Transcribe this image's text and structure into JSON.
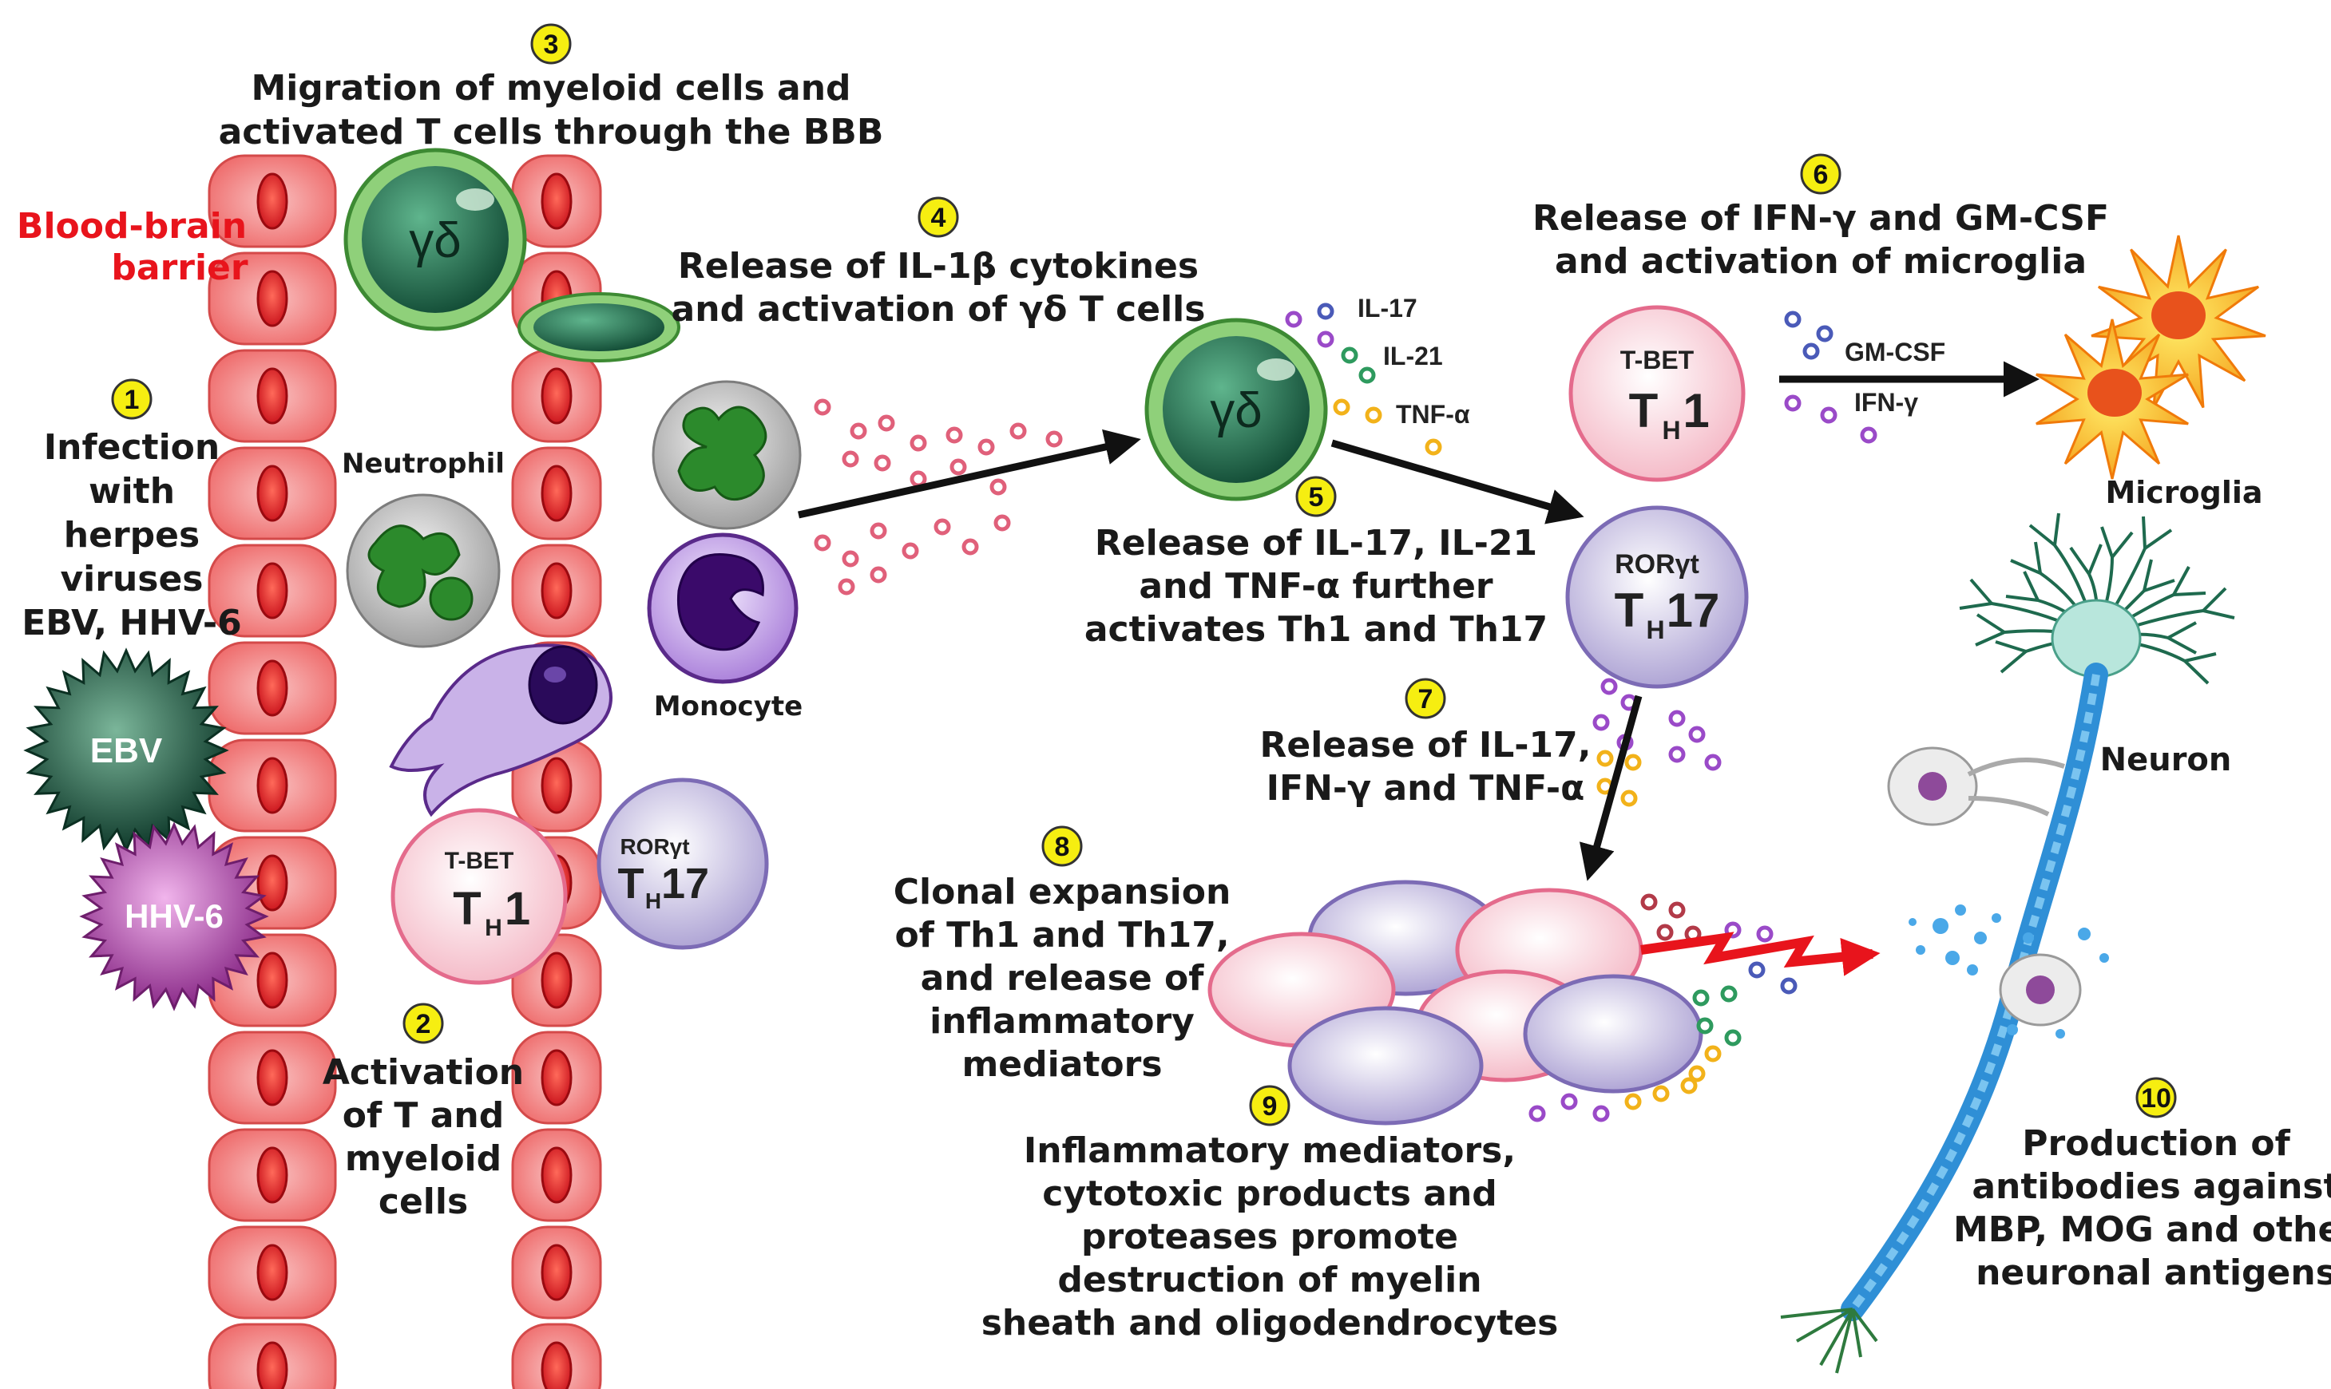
{
  "barrier_label": [
    "Blood-brain",
    "barrier"
  ],
  "steps": {
    "s1": {
      "num": "1",
      "text": [
        "Infection",
        "with",
        "herpes",
        "viruses",
        "EBV, HHV-6"
      ]
    },
    "s2": {
      "num": "2",
      "text": [
        "Activation",
        "of T and",
        "myeloid",
        "cells"
      ]
    },
    "s3": {
      "num": "3",
      "text": [
        "Migration of myeloid cells and",
        "activated T cells through the BBB"
      ]
    },
    "s4": {
      "num": "4",
      "text": [
        "Release of IL-1β cytokines",
        "and activation of γδ T cells"
      ]
    },
    "s5": {
      "num": "5",
      "text": [
        "Release of IL-17, IL-21",
        "and TNF-α further",
        "activates Th1 and Th17"
      ]
    },
    "s6": {
      "num": "6",
      "text": [
        "Release of IFN-γ and GM-CSF",
        "and activation of microglia"
      ]
    },
    "s7": {
      "num": "7",
      "text": [
        "Release of IL-17,",
        "IFN-γ and TNF-α"
      ]
    },
    "s8": {
      "num": "8",
      "text": [
        "Clonal expansion",
        "of Th1 and Th17,",
        "and release of",
        "inflammatory",
        "mediators"
      ]
    },
    "s9": {
      "num": "9",
      "text": [
        "Inflammatory mediators,",
        "cytotoxic products and",
        "proteases promote",
        "destruction of myelin",
        "sheath and oligodendrocytes"
      ]
    },
    "s10": {
      "num": "10",
      "text": [
        "Production of",
        "antibodies against",
        "MBP, MOG and other",
        "neuronal antigens"
      ]
    }
  },
  "viruses": {
    "ebv": "EBV",
    "hhv6": "HHV-6"
  },
  "cells": {
    "gd": "γδ",
    "neutrophil": "Neutrophil",
    "monocyte": "Monocyte",
    "microglia": "Microglia",
    "neuron": "Neuron",
    "tbet": "T-BET",
    "rorgt": "RORγt",
    "th": "T",
    "th_sub": "H",
    "th1_num": "1",
    "th17_num": "17"
  },
  "cytokines": {
    "il17": "IL-17",
    "il21": "IL-21",
    "tnfa": "TNF-α",
    "gmcsf": "GM-CSF",
    "ifng": "IFN-γ"
  },
  "colors": {
    "vessel": "#ef6f6f",
    "rbc": "#e01e22",
    "gd_cell": "#2e8a5e",
    "th1": "#f6b8c4",
    "th17": "#b9b0d8",
    "step_circle": "#f6ee11",
    "arrow": "#111111",
    "attack": "#e8141c",
    "microglia": "#f2a11a",
    "axon": "#2f8fd6"
  }
}
